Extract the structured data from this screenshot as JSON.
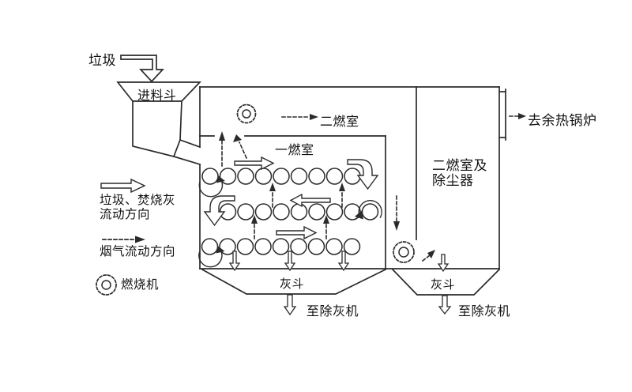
{
  "diagram": {
    "feed": {
      "waste": "垃圾",
      "hopper": "进料斗"
    },
    "chambers": {
      "secondary": "二燃室",
      "primary": "一燃室",
      "right_section_line1": "二燃室及",
      "right_section_line2": "除尘器"
    },
    "outlet": {
      "to_boiler": "去余热锅炉"
    },
    "ash": {
      "left_hopper": "灰斗",
      "left_out": "至除灰机",
      "right_hopper": "灰斗",
      "right_out": "至除灰机"
    },
    "legend": {
      "solid_line1": "垃圾、焚烧灰",
      "solid_line2": "流动方向",
      "dashed": "烟气流动方向",
      "burner": "燃烧机"
    },
    "colors": {
      "line": "#2b2b2b",
      "text": "#111111",
      "background": "#ffffff"
    }
  }
}
